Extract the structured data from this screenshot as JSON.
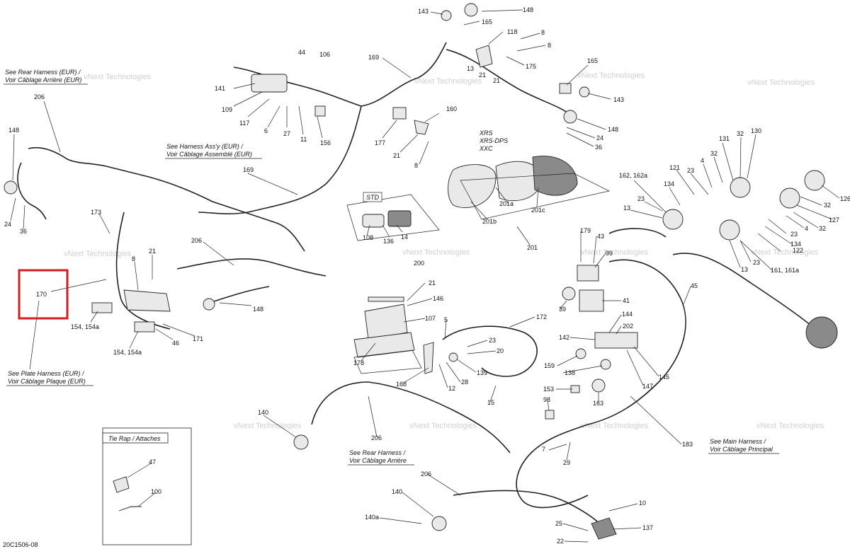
{
  "figure_id": "20C1506-08",
  "highlight_label": "170",
  "watermark": "vNext Technologies",
  "notes": {
    "rear_harness_eur_1": "See Rear Harness (EUR) /",
    "rear_harness_eur_2": "Voir Câblage Arrière (EUR)",
    "harness_assy_eur_1": "See Harness Ass'y (EUR) /",
    "harness_assy_eur_2": "Voir Câblage Assemblé (EUR)",
    "plate_harness_eur_1": "See Plate Harness (EUR) /",
    "plate_harness_eur_2": "Voir Câblage Plaque (EUR)",
    "rear_harness_1": "See Rear Harness /",
    "rear_harness_2": "Voir Câblage Arrière",
    "main_harness_1": "See Main Harness /",
    "main_harness_2": "Voir Câblage Principal",
    "tie_rap": "Tie Rap / Attaches",
    "std": "STD",
    "xrs_1": "XRS",
    "xrs_2": "XRS-DPS",
    "xrs_3": "XXC"
  },
  "labels": {
    "l143a": "143",
    "l148a": "148",
    "l165a": "165",
    "l118": "118",
    "l8a": "8",
    "l8b": "8",
    "l13a": "13",
    "l21a": "21",
    "l175": "175",
    "l21b": "21",
    "l169a": "169",
    "l44": "44",
    "l106": "106",
    "l141": "141",
    "l109": "109",
    "l117": "117",
    "l6": "6",
    "l27": "27",
    "l11": "11",
    "l156": "156",
    "l177": "177",
    "l21c": "21",
    "l160": "160",
    "l8c": "8",
    "l165b": "165",
    "l143b": "143",
    "l148b": "148",
    "l24a": "24",
    "l36a": "36",
    "l206a": "206",
    "l148c": "148",
    "l24b": "24",
    "l36b": "36",
    "l169b": "169",
    "l173": "173",
    "l21d": "21",
    "l8d": "8",
    "l170": "170",
    "l206b": "206",
    "l148d": "148",
    "l154a": "154, 154a",
    "l154b": "154, 154a",
    "l46": "46",
    "l171": "171",
    "l108": "108",
    "l136": "136",
    "l14": "14",
    "l200": "200",
    "l201a": "201a",
    "l201b": "201b",
    "l201c": "201c",
    "l201": "201",
    "l162": "162, 162a",
    "l121": "121",
    "l23a": "23",
    "l4a": "4",
    "l32a": "32",
    "l131": "131",
    "l32b": "32",
    "l130": "130",
    "l134a": "134",
    "l23b": "23",
    "l13b": "13",
    "l126": "126",
    "l32c": "32",
    "l127": "127",
    "l4b": "4",
    "l32d": "32",
    "l23c": "23",
    "l134b": "134",
    "l122": "122",
    "l13c": "13",
    "l23d": "23",
    "l161": "161, 161a",
    "l179": "179",
    "l43": "43",
    "l99": "99",
    "l45": "45",
    "l39": "39",
    "l41": "41",
    "l144": "144",
    "l202": "202",
    "l142": "142",
    "l159": "159",
    "l138": "138",
    "l145": "145",
    "l147": "147",
    "l21e": "21",
    "l146": "146",
    "l107": "107",
    "l178": "178",
    "l5": "5",
    "l172": "172",
    "l23e": "23",
    "l20": "20",
    "l139": "139",
    "l168": "168",
    "l28": "28",
    "l12": "12",
    "l15": "15",
    "l153": "153",
    "l163": "163",
    "l98": "98",
    "l183": "183",
    "l140a": "140",
    "l206c": "206",
    "l7": "7",
    "l29": "29",
    "l47": "47",
    "l100": "100",
    "l206d": "206",
    "l140b": "140",
    "l140c": "140a",
    "l10": "10",
    "l25": "25",
    "l137": "137",
    "l22": "22"
  }
}
